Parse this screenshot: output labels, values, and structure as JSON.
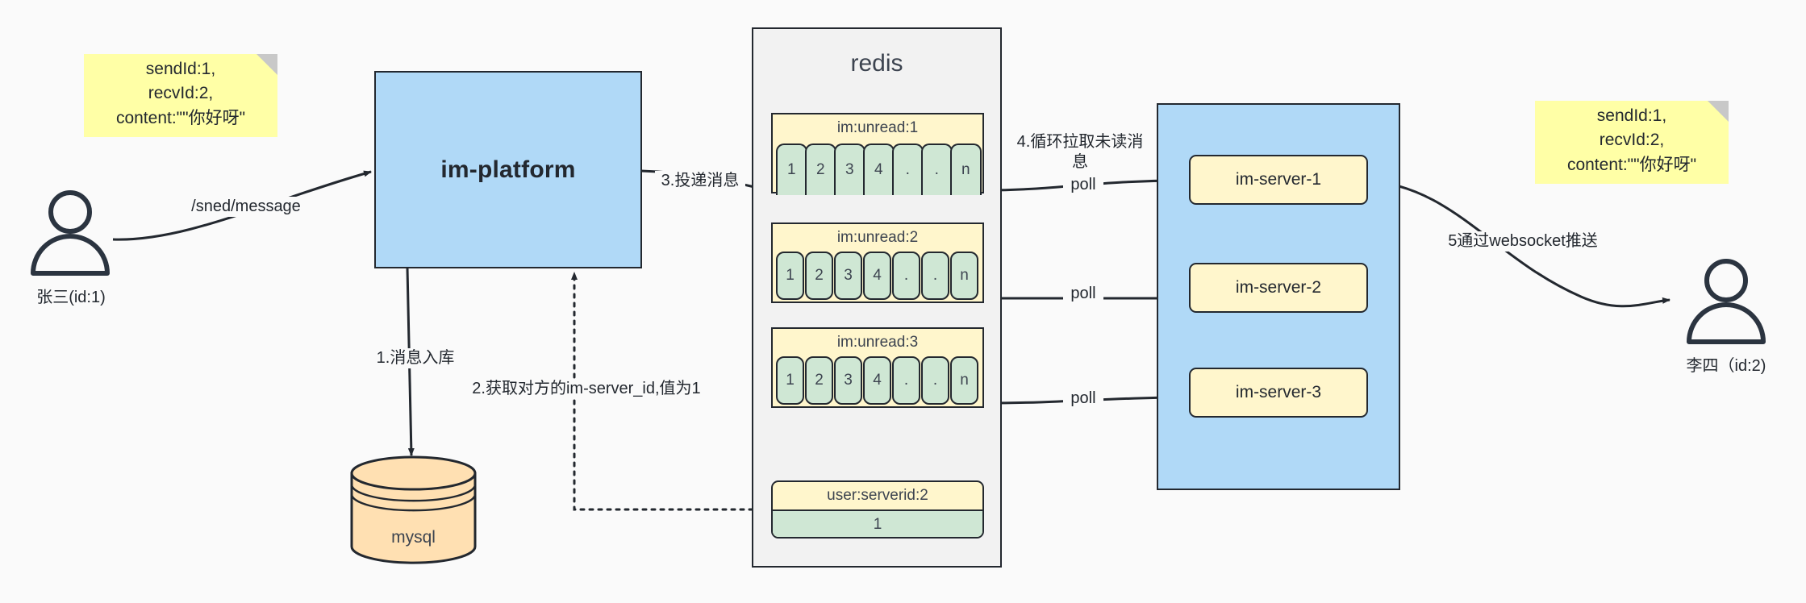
{
  "diagram": {
    "title": "IM message delivery flow",
    "colors": {
      "background": "#fafafa",
      "sticky": "#ffffa6",
      "blue": "#b0d9f7",
      "grey": "#f2f2f2",
      "yellow": "#fff6cc",
      "green": "#cfe7d4",
      "orange": "#ffe0b2",
      "stroke": "#23282f"
    }
  },
  "notes": {
    "left": "sendId:1,\nrecvId:2,\ncontent:\"\"你好呀\"",
    "right": "sendId:1,\nrecvId:2,\ncontent:\"\"你好呀\""
  },
  "actors": {
    "sender": {
      "caption": "张三(id:1)",
      "icon": "user-actor-icon"
    },
    "receiver": {
      "caption": "李四（id:2)",
      "icon": "user-actor-icon"
    }
  },
  "nodes": {
    "im_platform": "im-platform",
    "mysql": "mysql",
    "redis": "redis"
  },
  "redis": {
    "title": "redis",
    "lists": [
      {
        "key": "im:unread:1",
        "cells": [
          "1",
          "2",
          "3",
          "4",
          ".",
          ".",
          "n"
        ],
        "style": "round-top"
      },
      {
        "key": "im:unread:2",
        "cells": [
          "1",
          "2",
          "3",
          "4",
          ".",
          ".",
          "n"
        ],
        "style": "round-all"
      },
      {
        "key": "im:unread:3",
        "cells": [
          "1",
          "2",
          "3",
          "4",
          ".",
          ".",
          "n"
        ],
        "style": "round-all"
      }
    ],
    "kv": {
      "key": "user:serverid:2",
      "value": "1"
    }
  },
  "servers": {
    "items": [
      {
        "label": "im-server-1"
      },
      {
        "label": "im-server-2"
      },
      {
        "label": "im-server-3"
      }
    ]
  },
  "edges": {
    "send_message": "/sned/message",
    "step1": "1.消息入库",
    "step2": "2.获取对方的im-server_id,值为1",
    "step3": "3.投递消息",
    "step4": "4.循环拉取未读消\n息",
    "poll1": "poll",
    "poll2": "poll",
    "poll3": "poll",
    "step5": "5通过websocket推送"
  }
}
